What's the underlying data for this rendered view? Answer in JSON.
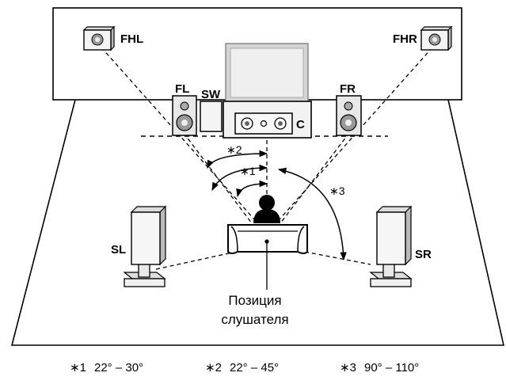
{
  "speakers": {
    "fhl": "FHL",
    "fhr": "FHR",
    "fl": "FL",
    "fr": "FR",
    "sw": "SW",
    "c": "C",
    "sl": "SL",
    "sr": "SR"
  },
  "angle_marks": {
    "m1": "∗1",
    "m2": "∗2",
    "m3": "∗3"
  },
  "listener": {
    "line1": "Позиция",
    "line2": "слушателя"
  },
  "footnotes": [
    {
      "mark": "∗1",
      "range": "22° – 30°"
    },
    {
      "mark": "∗2",
      "range": "22° – 45°"
    },
    {
      "mark": "∗3",
      "range": "90° – 110°"
    }
  ]
}
